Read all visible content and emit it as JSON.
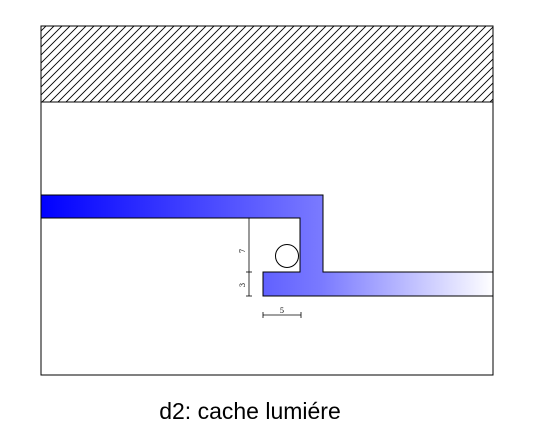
{
  "caption": "d2: cache lumiére",
  "dimensions": {
    "upper_gap": "7",
    "lower_gap": "3",
    "width": "5"
  },
  "colors": {
    "gradient_start": "#0000ff",
    "gradient_end": "#ffffff",
    "outline": "#000000"
  }
}
